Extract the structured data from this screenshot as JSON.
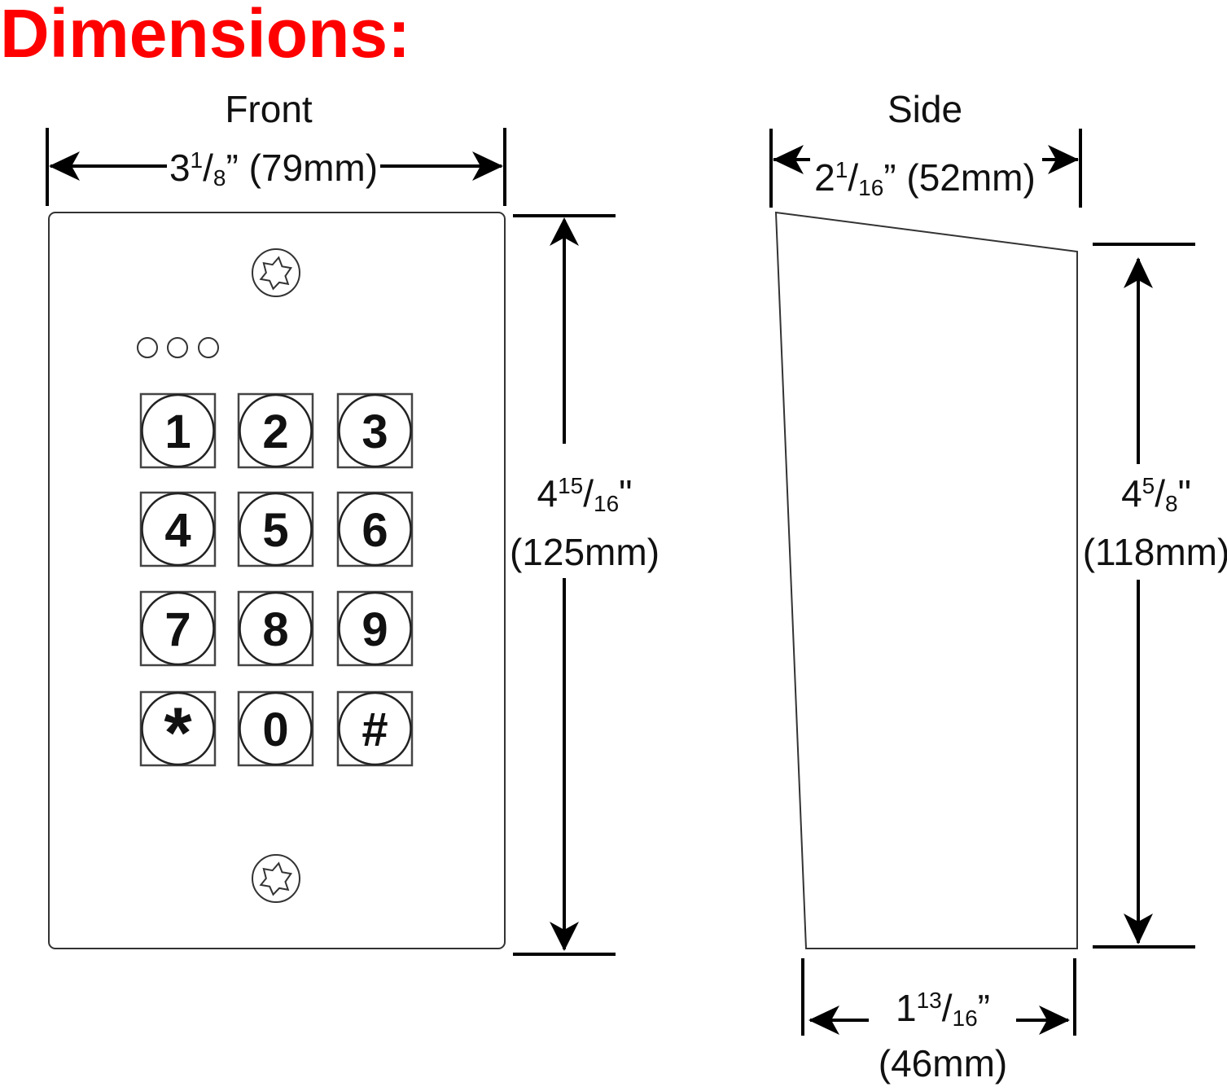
{
  "title": "Dimensions:",
  "front": {
    "heading": "Front",
    "width": {
      "whole": "3",
      "num": "1",
      "den": "8",
      "rest": "” (79mm)"
    },
    "height": {
      "whole": "4",
      "num": "15",
      "den": "16",
      "mark": "\"",
      "metric": "(125mm)"
    },
    "keys": [
      "1",
      "2",
      "3",
      "4",
      "5",
      "6",
      "7",
      "8",
      "9",
      "*",
      "0",
      "#"
    ]
  },
  "side": {
    "heading": "Side",
    "width_top": {
      "whole": "2",
      "num": "1",
      "den": "16",
      "rest": "” (52mm)"
    },
    "height": {
      "whole": "4",
      "num": "5",
      "den": "8",
      "mark": "\"",
      "metric": "(118mm)"
    },
    "width_bottom": {
      "whole": "1",
      "num": "13",
      "den": "16",
      "mark": "”",
      "metric": "(46mm)"
    }
  }
}
